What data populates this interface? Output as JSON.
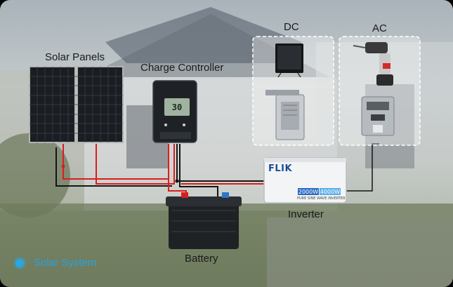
{
  "diagram": {
    "labels": {
      "solar_panels": "Solar Panels",
      "charge_controller": "Charge Controller",
      "dc": "DC",
      "ac": "AC",
      "inverter": "Inverter",
      "battery": "Battery"
    },
    "controller_display": "30",
    "inverter": {
      "brand": "FLIK",
      "power_1": "2000W",
      "power_2": "4000W",
      "subtitle": "PURE SINE WAVE INVERTER"
    },
    "legend": "Solar System"
  },
  "colors": {
    "positive_wire": "#d91e1e",
    "negative_wire": "#151515",
    "legend_accent": "#27a3dd"
  },
  "icons": [
    "tv-icon",
    "mini-fridge-icon",
    "power-drill-icon",
    "espresso-machine-icon"
  ]
}
